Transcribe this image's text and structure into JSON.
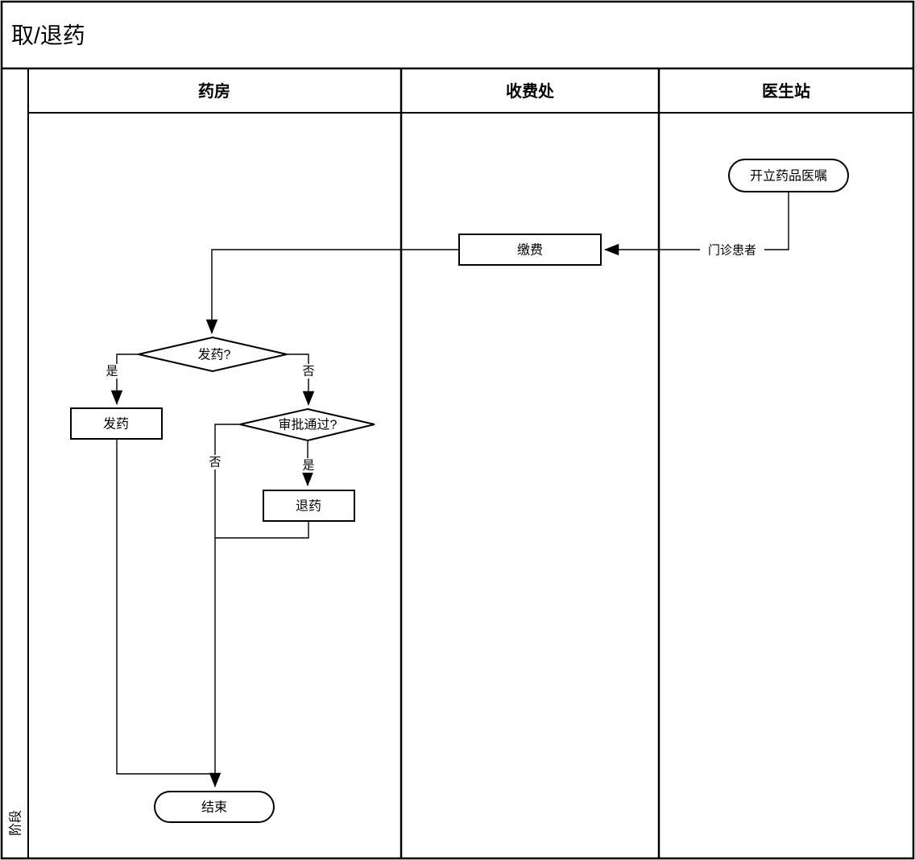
{
  "title": "取/退药",
  "phase_label": "阶段",
  "lanes": [
    {
      "label": "药房"
    },
    {
      "label": "收费处"
    },
    {
      "label": "医生站"
    }
  ],
  "nodes": {
    "start": {
      "label": "开立药品医嘱",
      "type": "terminator",
      "lane": "医生站"
    },
    "pay": {
      "label": "缴费",
      "type": "process",
      "lane": "收费处"
    },
    "dispense_decision": {
      "label": "发药?",
      "type": "decision",
      "lane": "药房"
    },
    "dispense": {
      "label": "发药",
      "type": "process",
      "lane": "药房"
    },
    "approval_decision": {
      "label": "审批通过?",
      "type": "decision",
      "lane": "药房"
    },
    "refund": {
      "label": "退药",
      "type": "process",
      "lane": "药房"
    },
    "end": {
      "label": "结束",
      "type": "terminator",
      "lane": "药房"
    }
  },
  "edge_labels": {
    "outpatient": "门诊患者",
    "yes1": "是",
    "no1": "否",
    "no2": "否",
    "yes2": "是"
  },
  "colors": {
    "stroke": "#000000",
    "background": "#ffffff"
  }
}
